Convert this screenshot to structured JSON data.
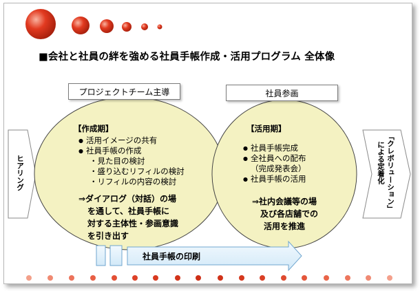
{
  "title": "■会社と社員の絆を強める社員手帳作成・活用プログラム 全体像",
  "left_arrow_label": "ヒアリング",
  "right_arrow_label": "「クレボリューション」による定着化",
  "right_arrow_lines": [
    "「クレボリューション」",
    "による定着化"
  ],
  "project_team_label": "プロジェクトチーム主導",
  "participation_label": "社員参画",
  "create_phase": {
    "heading": "【作成期】",
    "items": [
      "活用イメージの共有",
      "社員手帳の作成"
    ],
    "sub_items": [
      "・見た目の検討",
      "・盛り込むリフィルの検討",
      "・リフィルの内容の検討"
    ],
    "note_lines": [
      "⇒ダイアログ（対話）の場",
      "を通して、社員手帳に",
      "対する主体性・参画意識",
      "を引き出す"
    ]
  },
  "use_phase": {
    "heading": "【活用期】",
    "items": [
      "社員手帳完成",
      "全社員への配布",
      "社員手帳の活用"
    ],
    "sub_item": "（完成発表会）",
    "note_lines": [
      "⇒社内会議等の場",
      "及び各店舗での",
      "活用を推進"
    ]
  },
  "print_label": "社員手帳の印刷",
  "colors": {
    "ellipse_fill": "#f4f2c2",
    "arrow_fill": "#dff0fb",
    "arrow_stroke": "#6fa6cf",
    "dot_dark": "#c42b12",
    "dot_light": "#f8b7a6"
  }
}
